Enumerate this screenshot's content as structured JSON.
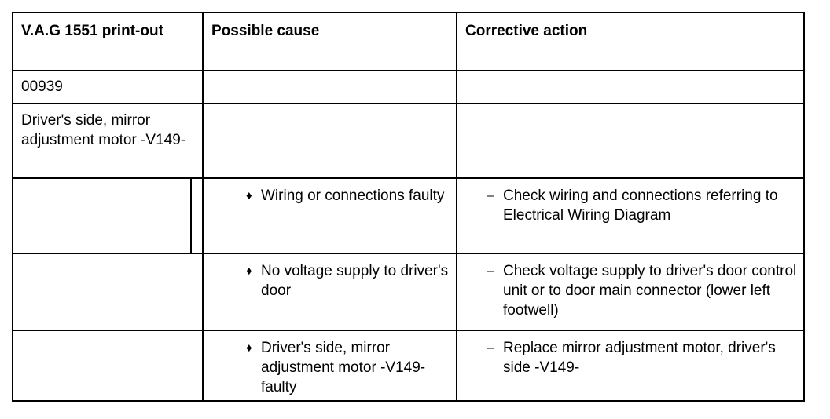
{
  "table": {
    "headers": [
      "V.A.G 1551 print-out",
      "Possible cause",
      "Corrective action"
    ],
    "fault_code": "00939",
    "component_name": "Driver's side, mirror adjustment motor -V149-",
    "cause_bullet_glyph": "♦",
    "action_bullet_glyph": "–",
    "rows": [
      {
        "cause": "Wiring or connections faulty",
        "action": "Check wiring and connections referring to Electrical Wiring Diagram"
      },
      {
        "cause": "No voltage supply to driver's door",
        "action": "Check voltage supply to driver's door control unit or to door main connector (lower left footwell)"
      },
      {
        "cause": "Driver's side, mirror adjustment motor -V149- faulty",
        "action": "Replace mirror adjustment motor, driver's side -V149-"
      }
    ]
  },
  "colors": {
    "border": "#000000",
    "text": "#000000",
    "background": "#ffffff"
  }
}
